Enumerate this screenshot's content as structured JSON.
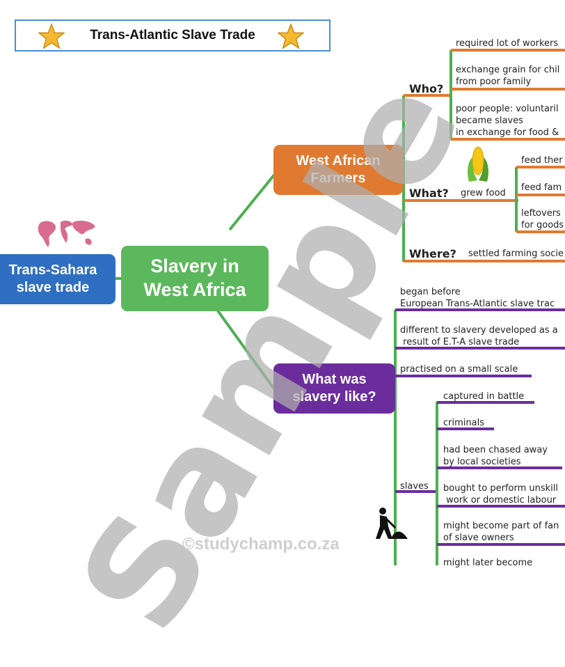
{
  "title": "Trans-Atlantic Slave Trade",
  "central": "Slavery in West Africa",
  "left_node": "Trans-Sahara slave trade",
  "farmers": {
    "label": "West African Farmers",
    "who": {
      "label": "Who?",
      "items": [
        "required lot of workers",
        "exchange grain for chil\nfrom poor family",
        "poor people: voluntaril\nbecame slaves\nin exchange for food &"
      ]
    },
    "what": {
      "label": "What?",
      "grew": "grew food",
      "items": [
        "feed ther",
        "feed fam",
        "leftovers\nfor goods"
      ]
    },
    "where": {
      "label": "Where?",
      "item": "settled farming socie"
    }
  },
  "slavery": {
    "label": "What was slavery like?",
    "items": [
      "began before\nEuropean Trans-Atlantic slave trac",
      "different to slavery developed as a\n result of E.T-A slave trade",
      "practised on a small scale"
    ],
    "slaves": {
      "label": "slaves",
      "items": [
        "captured in battle",
        "criminals",
        "had been chased away\nby local societies",
        "bought to perform unskill\n work or domestic labour",
        "might become part of fan\nof slave owners",
        "might later become"
      ]
    }
  },
  "watermark": "Sample",
  "footer": "©studychamp.co.za",
  "colors": {
    "orange": "#e07a30",
    "purple": "#6b2d9c",
    "green": "#5cb85c",
    "blue": "#2f6fc1",
    "branch_green": "#4caf50",
    "title_border": "#4a8fd4",
    "map_pink": "#d96b8f"
  },
  "icons": [
    "star-icon",
    "corn-icon",
    "world-map-icon",
    "worker-icon"
  ]
}
